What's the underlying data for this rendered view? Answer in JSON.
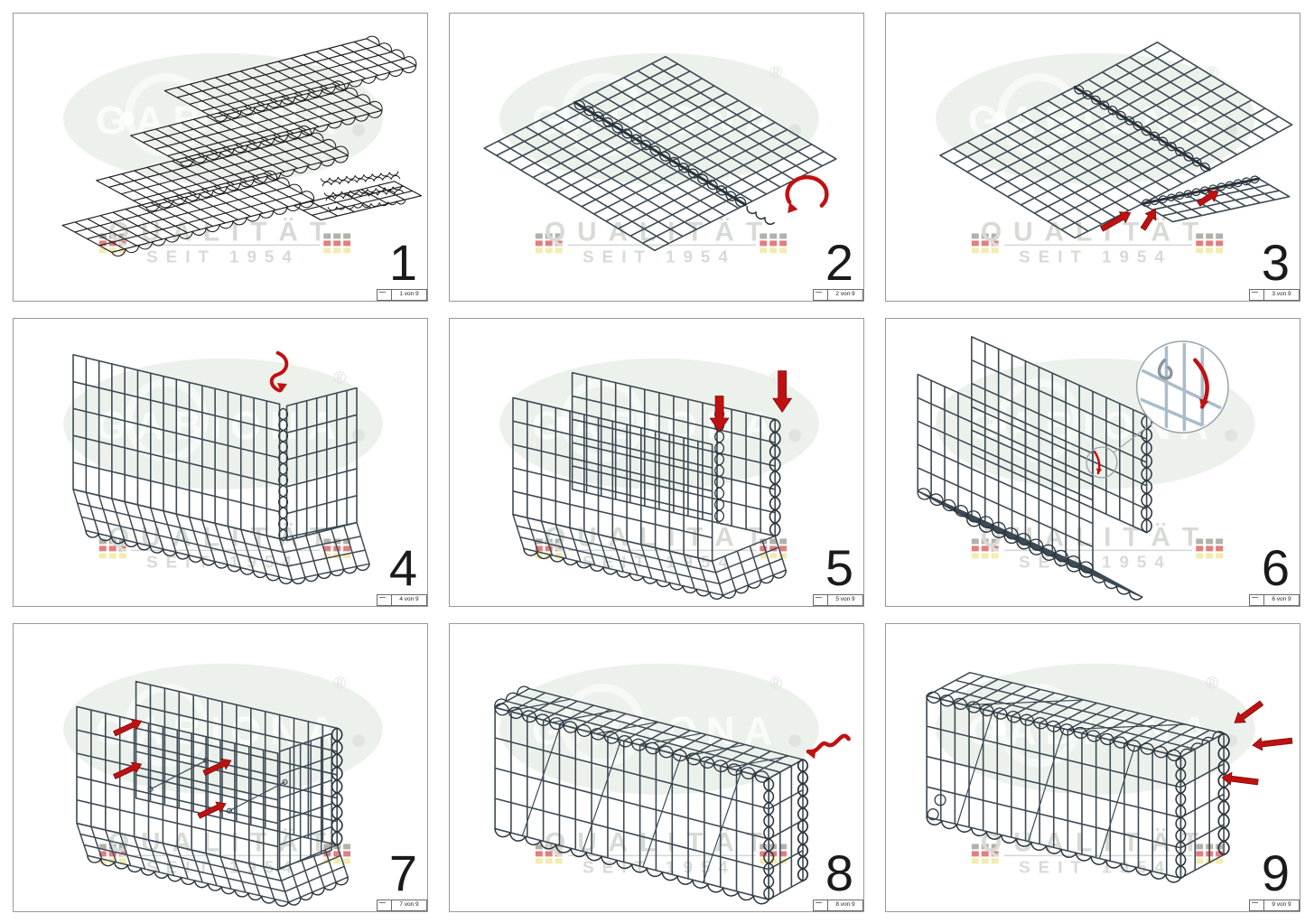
{
  "watermark": {
    "brand": "GABIONA",
    "registered": "®",
    "quality_text": "QUALITÄT",
    "since_text": "SEIT 1954"
  },
  "colors": {
    "mesh": "#3d4a54",
    "mesh_dark": "#2b343c",
    "panel1_lines": "#1d1d1d",
    "arrow_red": "#c01112",
    "arrow_red_dark": "#7e0a0a",
    "watermark_ellipse": "#edf1ec",
    "watermark_text": "#d7dbd6",
    "watermark_line": "#d3d7d2",
    "flag_gray": "#b2b1ab",
    "flag_red": "#e07f7f",
    "flag_yellow": "#f2ecae",
    "magnifier_stroke": "#9aa3a8",
    "magnifier_mesh": "#a9bdcb",
    "hook_gray": "#8b959c"
  },
  "panels": [
    {
      "number": "1",
      "page_label": "1 von 9"
    },
    {
      "number": "2",
      "page_label": "2 von 9"
    },
    {
      "number": "3",
      "page_label": "3 von 9"
    },
    {
      "number": "4",
      "page_label": "4 von 9"
    },
    {
      "number": "5",
      "page_label": "5 von 9"
    },
    {
      "number": "6",
      "page_label": "6 von 9"
    },
    {
      "number": "7",
      "page_label": "7 von 9"
    },
    {
      "number": "8",
      "page_label": "8 von 9"
    },
    {
      "number": "9",
      "page_label": "9 von 9"
    }
  ]
}
